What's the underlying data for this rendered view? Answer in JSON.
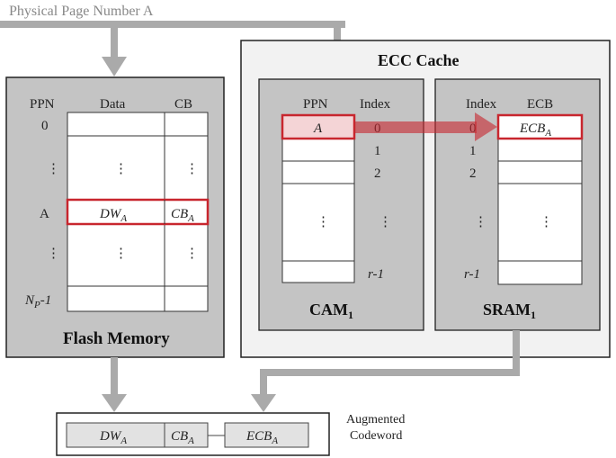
{
  "input_label": "Physical Page Number A",
  "flash": {
    "title": "Flash Memory",
    "col_ppn": "PPN",
    "col_data": "Data",
    "col_cb": "CB",
    "rows": [
      {
        "ppn": "0",
        "data": "",
        "cb": ""
      },
      {
        "ppn": "⋮",
        "data": "⋮",
        "cb": "⋮"
      },
      {
        "ppn": "A",
        "data_main": "DW",
        "data_sub": "A",
        "cb_main": "CB",
        "cb_sub": "A",
        "highlight": true
      },
      {
        "ppn": "⋮",
        "data": "⋮",
        "cb": "⋮"
      },
      {
        "ppn_main": "N",
        "ppn_sub": "P",
        "ppn_suffix": "-1",
        "data": "",
        "cb": ""
      }
    ]
  },
  "cache": {
    "title": "ECC Cache",
    "cam": {
      "title_main": "CAM",
      "title_sub": "1",
      "col_ppn": "PPN",
      "col_index": "Index",
      "first_entry": "A",
      "indices": [
        "0",
        "1",
        "2",
        "⋮",
        "r-1"
      ],
      "dots": "⋮"
    },
    "sram": {
      "title_main": "SRAM",
      "title_sub": "1",
      "col_index": "Index",
      "col_ecb": "ECB",
      "first_entry_main": "ECB",
      "first_entry_sub": "A",
      "indices": [
        "0",
        "1",
        "2",
        "⋮",
        "r-1"
      ],
      "dots": "⋮"
    }
  },
  "codeword": {
    "label_line1": "Augmented",
    "label_line2": "Codeword",
    "dw_main": "DW",
    "dw_sub": "A",
    "cb_main": "CB",
    "cb_sub": "A",
    "ecb_main": "ECB",
    "ecb_sub": "A"
  },
  "colors": {
    "panel": "#c4c4c4",
    "outer": "#f2f2f2",
    "arrow": "#aaaaaa",
    "highlight": "#c8262e",
    "highlight_fill": "#f4d4d6",
    "cell": "#e2e2e2"
  }
}
